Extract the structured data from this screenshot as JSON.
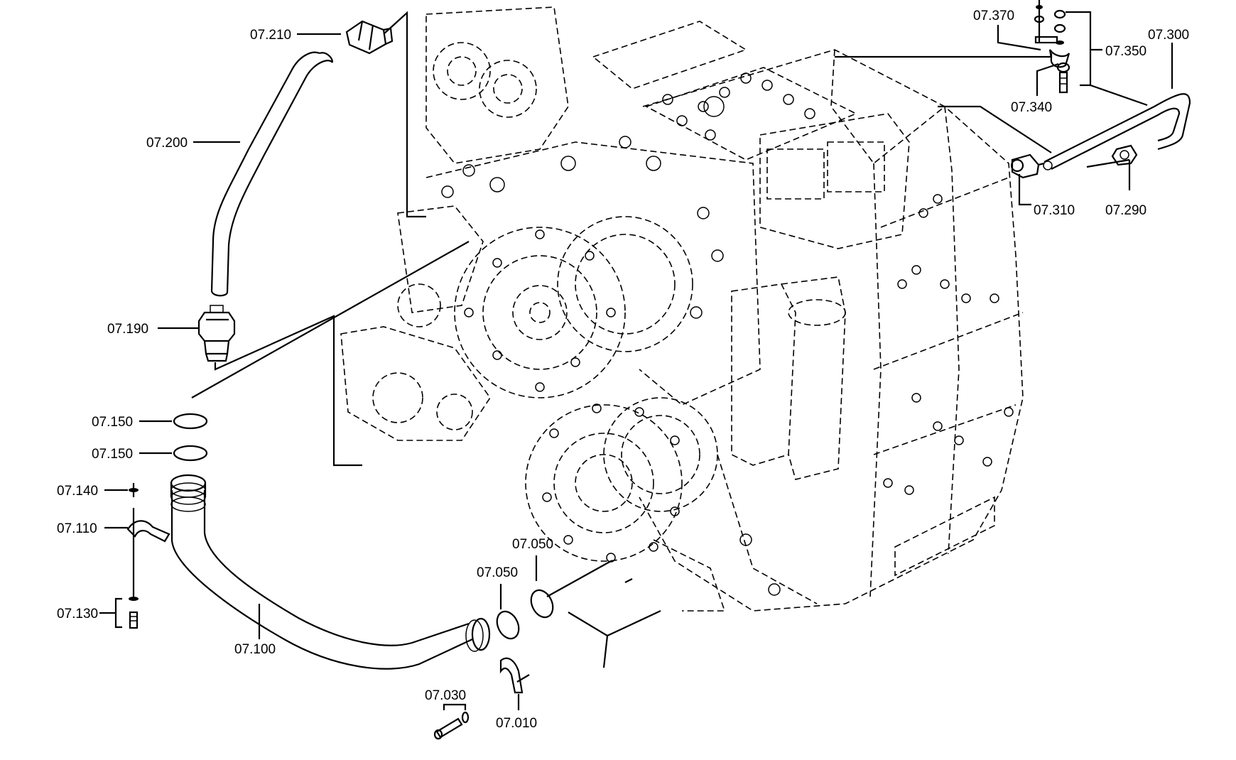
{
  "parts": [
    {
      "id": "p07210",
      "number": "07.210"
    },
    {
      "id": "p07200",
      "number": "07.200"
    },
    {
      "id": "p07190",
      "number": "07.190"
    },
    {
      "id": "p07150a",
      "number": "07.150"
    },
    {
      "id": "p07150b",
      "number": "07.150"
    },
    {
      "id": "p07140",
      "number": "07.140"
    },
    {
      "id": "p07110",
      "number": "07.110"
    },
    {
      "id": "p07130",
      "number": "07.130"
    },
    {
      "id": "p07100",
      "number": "07.100"
    },
    {
      "id": "p07050a",
      "number": "07.050"
    },
    {
      "id": "p07050b",
      "number": "07.050"
    },
    {
      "id": "p07030",
      "number": "07.030"
    },
    {
      "id": "p07010",
      "number": "07.010"
    },
    {
      "id": "p07370",
      "number": "07.370"
    },
    {
      "id": "p07350",
      "number": "07.350"
    },
    {
      "id": "p07340",
      "number": "07.340"
    },
    {
      "id": "p07300",
      "number": "07.300"
    },
    {
      "id": "p07310",
      "number": "07.310"
    },
    {
      "id": "p07290",
      "number": "07.290"
    }
  ]
}
